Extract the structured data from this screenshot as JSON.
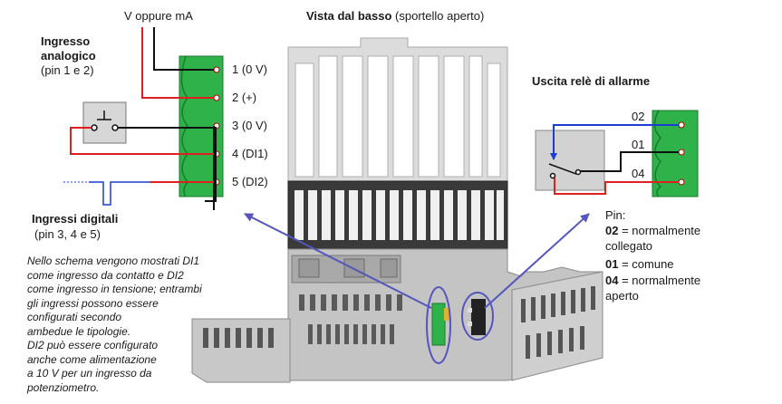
{
  "analog_signal": "V oppure mA",
  "view_title_bold": "Vista dal basso",
  "view_title_normal": " (sportello aperto)",
  "analog_input": {
    "title_line1": "Ingresso",
    "title_line2": "analogico",
    "pins": "(pin 1 e 2)"
  },
  "terminals": [
    "1 (0 V)",
    "2 (+)",
    "3 (0 V)",
    "4 (DI1)",
    "5 (DI2)"
  ],
  "digital_inputs": {
    "title": "Ingressi digitali",
    "pins": "(pin 3, 4 e 5)"
  },
  "note_lines": [
    "Nello schema vengono mostrati DI1",
    "come ingresso da contatto e DI2",
    "come ingresso in tensione; entrambi",
    "gli ingressi possono essere",
    "configurati secondo",
    "ambedue le tipologie.",
    "DI2 può essere configurato",
    "anche come alimentazione",
    "a 10 V per un ingresso da",
    "potenziometro."
  ],
  "alarm_relay": {
    "title": "Uscita relè di allarme",
    "terminals": [
      "02",
      "01",
      "04"
    ],
    "legend_title": "Pin:",
    "legend": [
      {
        "code": "02",
        "text1": " = normalmente",
        "text2": "collegato"
      },
      {
        "code": "01",
        "text1": " = comune",
        "text2": ""
      },
      {
        "code": "04",
        "text1": " = normalmente",
        "text2": "aperto"
      }
    ]
  },
  "colors": {
    "wire_red": "#e02020",
    "wire_black": "#111111",
    "wire_blue": "#1a3fd0",
    "terminal_green": "#2fb24a",
    "callout_blue": "#5555bb",
    "device_gray": "#b4b4b4"
  }
}
